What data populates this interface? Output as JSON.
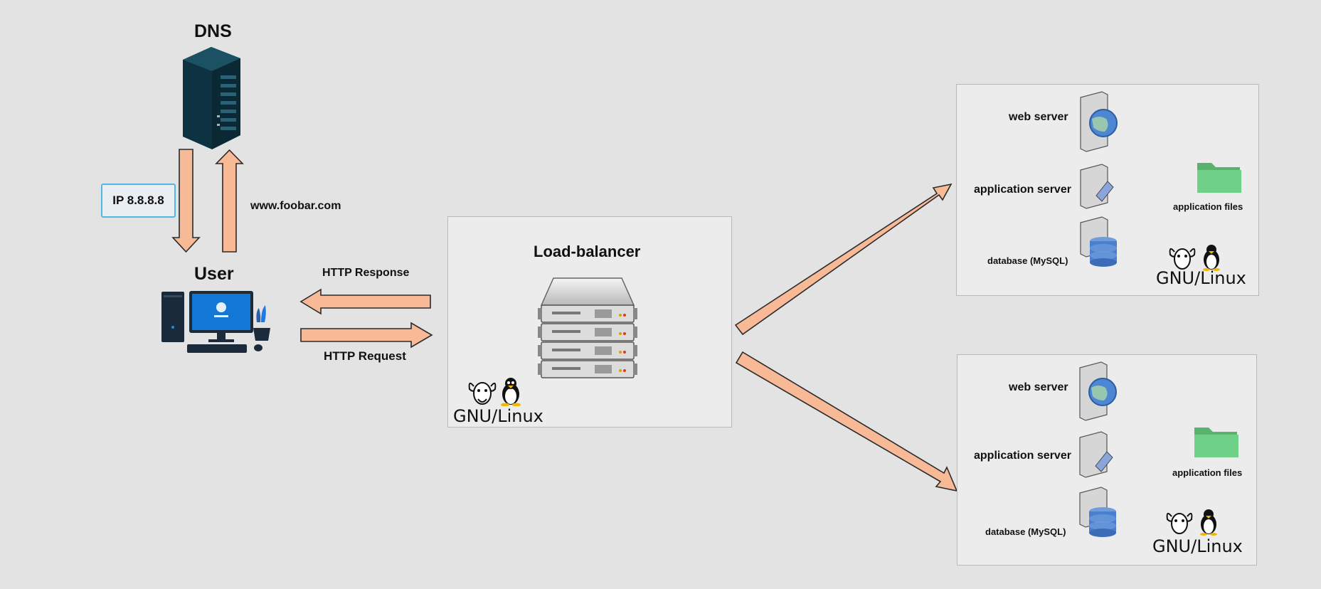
{
  "dns": {
    "title": "DNS"
  },
  "user": {
    "title": "User"
  },
  "ip_label": "IP 8.8.8.8",
  "domain_label": "www.foobar.com",
  "http": {
    "response": "HTTP Response",
    "request": "HTTP Request"
  },
  "load_balancer": {
    "title": "Load-balancer",
    "os": "GNU/Linux"
  },
  "servers": [
    {
      "web": "web server",
      "app": "application server",
      "db": "database (MySQL)",
      "files": "application files",
      "os": "GNU/Linux"
    },
    {
      "web": "web server",
      "app": "application server",
      "db": "database (MySQL)",
      "files": "application files",
      "os": "GNU/Linux"
    }
  ],
  "colors": {
    "arrow": "#f8b996",
    "ip_border": "#4fb7e0",
    "background": "#e3e3e3",
    "panel": "#ececec"
  }
}
